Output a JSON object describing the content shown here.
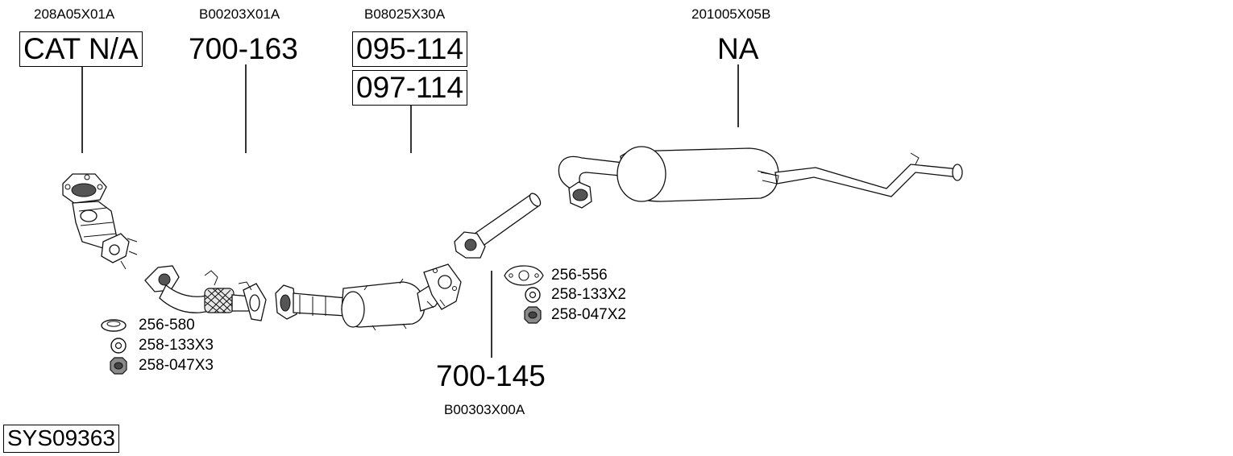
{
  "system": {
    "id": "SYS09363"
  },
  "parts": [
    {
      "key": "p1",
      "code": "208A05X01A",
      "label": "CAT N/A",
      "boxed": true
    },
    {
      "key": "p2",
      "code": "B00203X01A",
      "label": "700-163",
      "boxed": false
    },
    {
      "key": "p3",
      "code": "B08025X30A",
      "labels": [
        "095-114",
        "097-114"
      ],
      "boxed": true
    },
    {
      "key": "p4",
      "code": "201005X05B",
      "label": "NA",
      "boxed": false
    },
    {
      "key": "p5",
      "code": "B00303X00A",
      "label": "700-145",
      "boxed": false
    }
  ],
  "hardware_groups": [
    {
      "key": "left",
      "items": [
        {
          "icon": "gasket-ring-icon",
          "label": "256-580"
        },
        {
          "icon": "washer-icon",
          "label": "258-133X3"
        },
        {
          "icon": "hex-nut-icon",
          "label": "258-047X3"
        }
      ]
    },
    {
      "key": "right",
      "items": [
        {
          "icon": "flange-gasket-icon",
          "label": "256-556"
        },
        {
          "icon": "washer-icon",
          "label": "258-133X2"
        },
        {
          "icon": "hex-nut-icon",
          "label": "258-047X2"
        }
      ]
    }
  ]
}
